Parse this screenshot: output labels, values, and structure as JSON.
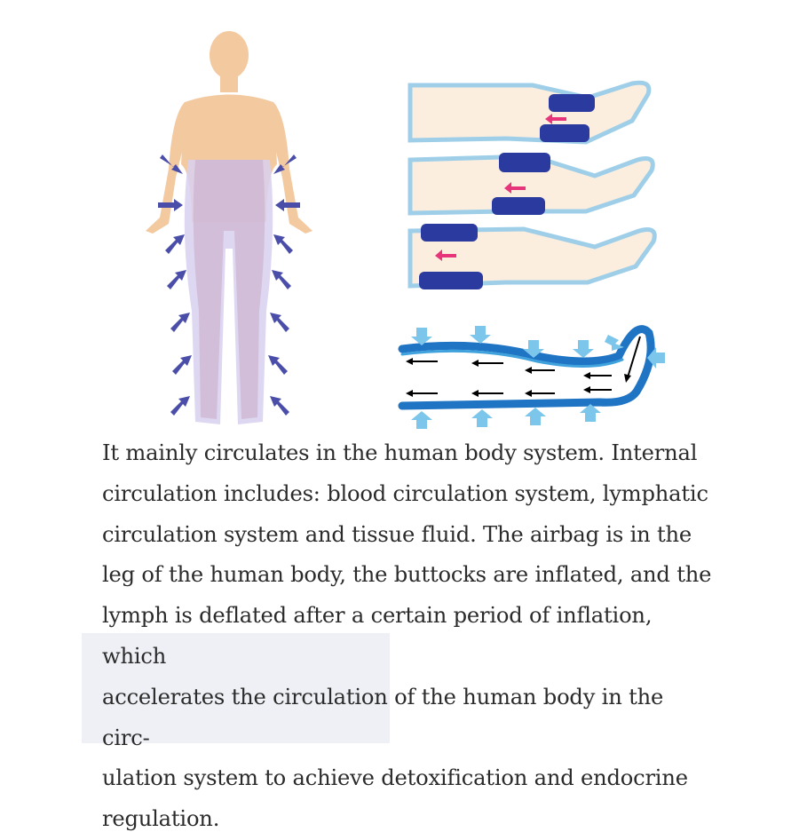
{
  "caption": {
    "lines": [
      "It mainly circulates in the human body system. Internal",
      "circulation includes: blood circulation system, lymphatic",
      "circulation system and tissue fluid. The airbag is in the",
      "leg of the human body, the buttocks are inflated, and the",
      "lymph is deflated after a certain period of inflation, which",
      "accelerates the circulation of the human body in the circ-",
      "ulation system to achieve detoxification and endocrine",
      "regulation."
    ]
  },
  "colors": {
    "skin": "#f3c9a0",
    "garment": "#d8d0f0",
    "pressure_arrow": "#4a4ea8",
    "cuff": "#2a3a9e",
    "flow_arrow_pink": "#e8347a",
    "leg_outline": "#9fcfe8",
    "tube": "#1f74c4",
    "light_arrow": "#7cc6ec"
  },
  "icons": {
    "compression_arrow": "inward-arrow-icon",
    "cuff_arrow": "cuff-arrow-icon",
    "flow_arrow": "flow-arrow-icon"
  }
}
